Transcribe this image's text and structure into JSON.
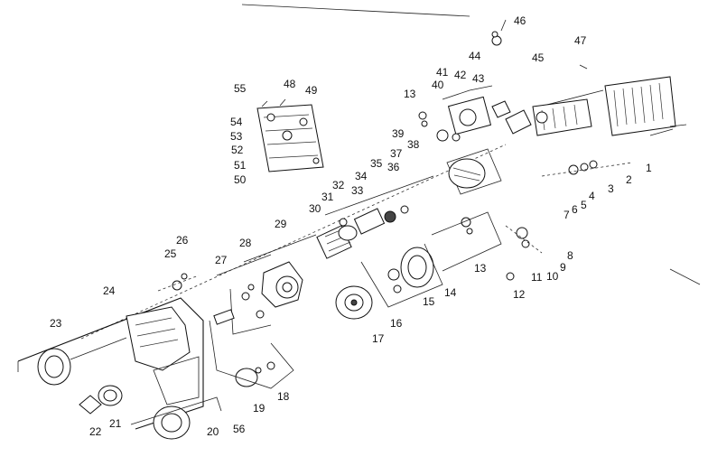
{
  "diagram": {
    "colors": {
      "ink": "#111111",
      "paper": "#ffffff"
    },
    "callouts": [
      "1",
      "2",
      "3",
      "4",
      "5",
      "6",
      "7",
      "8",
      "9",
      "10",
      "11",
      "12",
      "13",
      "13",
      "14",
      "15",
      "16",
      "17",
      "18",
      "19",
      "20",
      "21",
      "22",
      "23",
      "24",
      "25",
      "26",
      "27",
      "28",
      "29",
      "30",
      "31",
      "32",
      "33",
      "34",
      "35",
      "36",
      "37",
      "38",
      "39",
      "40",
      "41",
      "42",
      "43",
      "44",
      "45",
      "46",
      "47",
      "48",
      "49",
      "50",
      "51",
      "52",
      "53",
      "54",
      "55",
      "56"
    ]
  }
}
